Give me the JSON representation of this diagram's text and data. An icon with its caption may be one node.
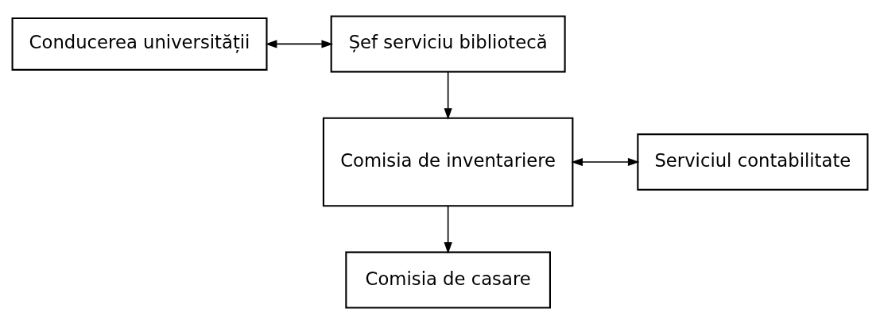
{
  "diagram": {
    "nodes": [
      {
        "text": [
          "Conducerea universității"
        ]
      },
      {
        "text": [
          "Șef serviciu bibliotecă"
        ]
      },
      {
        "text": [
          "Comisia de inventariere"
        ]
      },
      {
        "text": [
          "Serviciul contabilitate"
        ]
      },
      {
        "text": [
          "Comisia de casare"
        ]
      }
    ],
    "edges": [
      {
        "from": 0,
        "to": 1,
        "arrow": "both"
      },
      {
        "from": 1,
        "to": 2,
        "arrow": "to"
      },
      {
        "from": 2,
        "to": 3,
        "arrow": "both"
      },
      {
        "from": 2,
        "to": 4,
        "arrow": "to"
      }
    ]
  }
}
